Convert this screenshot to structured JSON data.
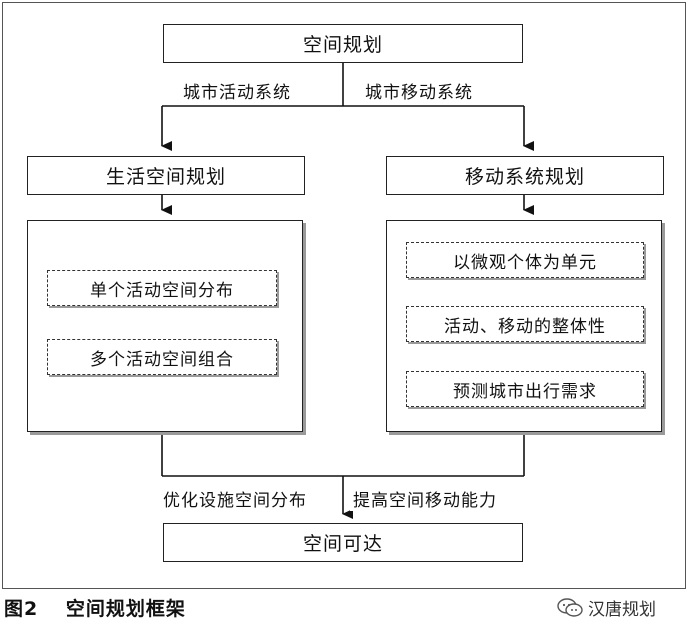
{
  "top_node": "空间规划",
  "left_branch_label": "城市活动系统",
  "right_branch_label": "城市移动系统",
  "left_node": "生活空间规划",
  "right_node": "移动系统规划",
  "left_steps": [
    "单个活动空间分布",
    "多个活动空间组合"
  ],
  "right_steps": [
    "以微观个体为单元",
    "活动、移动的整体性",
    "预测城市出行需求"
  ],
  "bottom_left_label": "优化设施空间分布",
  "bottom_right_label": "提高空间移动能力",
  "bottom_node": "空间可达",
  "caption_number": "图2",
  "caption_title": "空间规划框架",
  "watermark": "汉唐规划"
}
